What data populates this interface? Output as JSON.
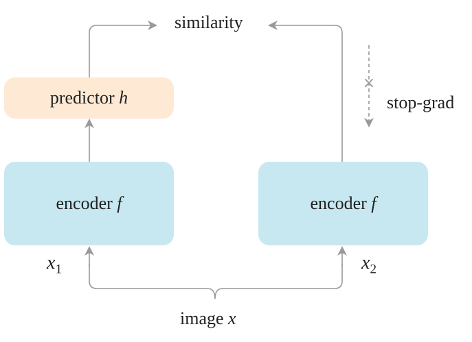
{
  "colors": {
    "predictor_fill": "#fde9d4",
    "encoder_fill": "#c8e8f1",
    "arrow": "#999999",
    "text": "#222222"
  },
  "similarity": "similarity",
  "stop_grad": {
    "label": "stop-grad",
    "marker": "×"
  },
  "predictor": {
    "text": "predictor",
    "symbol": "h"
  },
  "encoder_left": {
    "text": "encoder",
    "symbol": "f"
  },
  "encoder_right": {
    "text": "encoder",
    "symbol": "f"
  },
  "x1": {
    "symbol": "x",
    "subscript": "1"
  },
  "x2": {
    "symbol": "x",
    "subscript": "2"
  },
  "image": {
    "text": "image",
    "symbol": "x"
  }
}
